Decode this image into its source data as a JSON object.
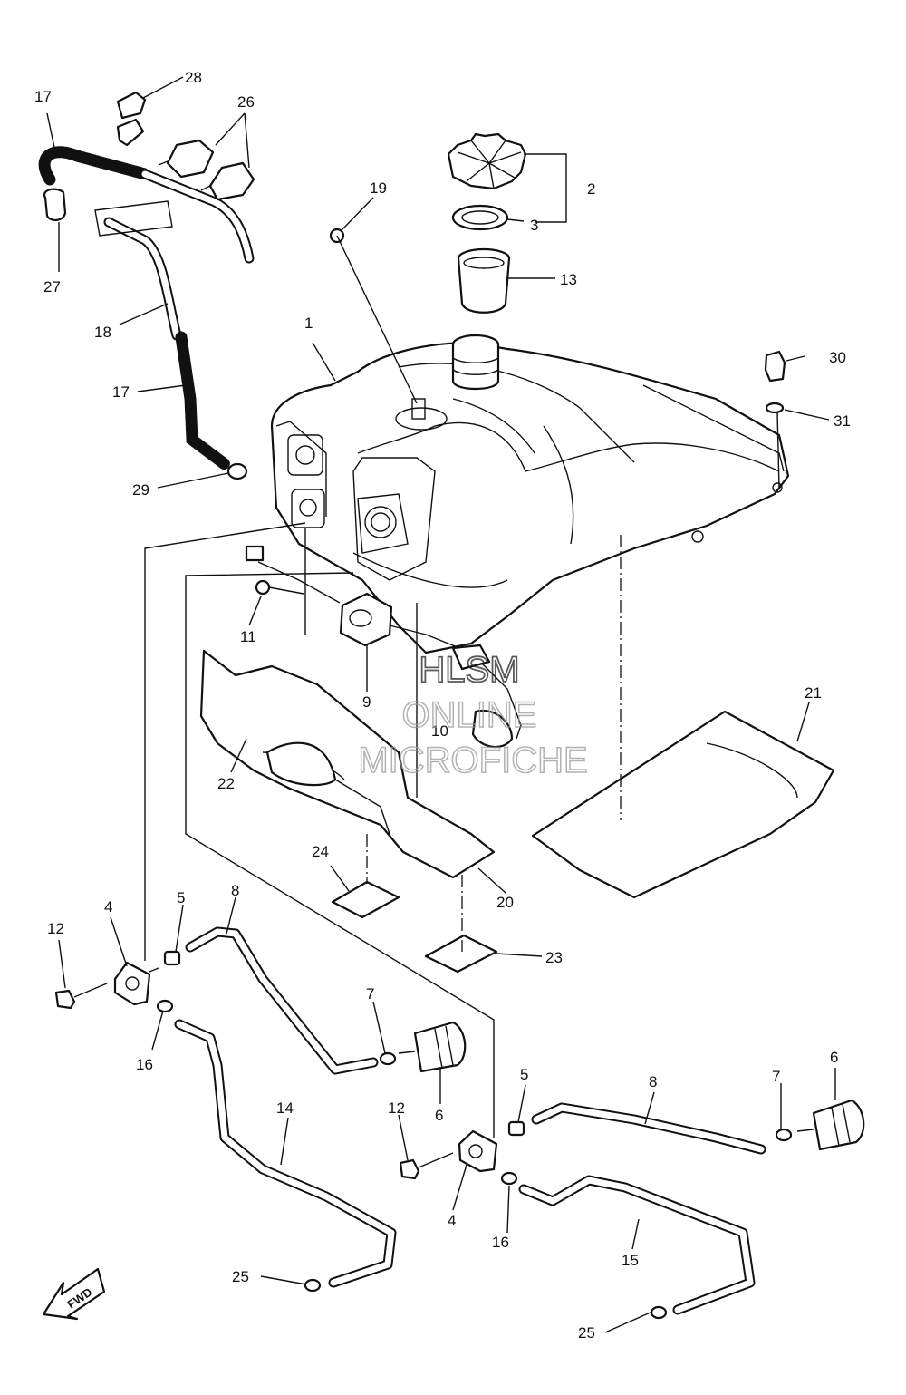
{
  "callouts": {
    "c1": "1",
    "c2": "2",
    "c3": "3",
    "c4a": "4",
    "c4b": "4",
    "c5a": "5",
    "c5b": "5",
    "c6a": "6",
    "c6b": "6",
    "c7a": "7",
    "c7b": "7",
    "c8a": "8",
    "c8b": "8",
    "c9": "9",
    "c10": "10",
    "c11": "11",
    "c12a": "12",
    "c12b": "12",
    "c13": "13",
    "c14": "14",
    "c15": "15",
    "c16a": "16",
    "c16b": "16",
    "c17a": "17",
    "c17b": "17",
    "c18": "18",
    "c19": "19",
    "c20": "20",
    "c21": "21",
    "c22": "22",
    "c23": "23",
    "c24": "24",
    "c25a": "25",
    "c25b": "25",
    "c26": "26",
    "c27": "27",
    "c28": "28",
    "c29": "29",
    "c30": "30",
    "c31": "31"
  },
  "watermark": {
    "line1": "HLSM",
    "line2": "ONLINE",
    "line3": "MICROFICHE"
  },
  "fwd_label": "FWD"
}
